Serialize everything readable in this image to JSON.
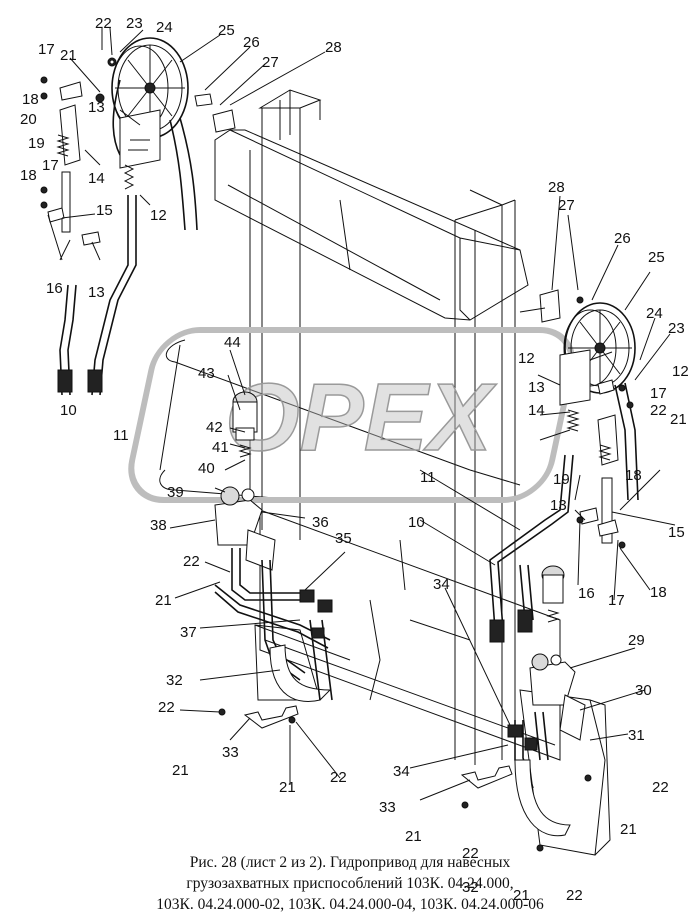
{
  "caption": {
    "line1": "Рис. 28 (лист 2 из 2). Гидропривод для навесных",
    "line2": "грузозахватных приспособлений 103К. 04.24.000,",
    "line3": "103К. 04.24.000-02, 103К. 04.24.000-04, 103К. 04.24.000-06"
  },
  "watermark": {
    "text": "OPEX",
    "color": "#bdbdbd"
  },
  "labels": [
    "22",
    "23",
    "24",
    "25",
    "26",
    "27",
    "28",
    "17",
    "21",
    "18",
    "20",
    "13",
    "19",
    "14",
    "12",
    "17",
    "18",
    "15",
    "16",
    "13",
    "10",
    "11",
    "44",
    "43",
    "42",
    "41",
    "40",
    "39",
    "38",
    "36",
    "35",
    "22",
    "21",
    "37",
    "32",
    "22",
    "33",
    "21",
    "21",
    "22",
    "28",
    "27",
    "26",
    "25",
    "24",
    "23",
    "12",
    "12",
    "17",
    "13",
    "14",
    "22",
    "21",
    "18",
    "19",
    "11",
    "13",
    "15",
    "10",
    "16",
    "17",
    "18",
    "34",
    "29",
    "30",
    "31",
    "34",
    "22",
    "33",
    "21",
    "22",
    "21",
    "32",
    "21",
    "22"
  ]
}
